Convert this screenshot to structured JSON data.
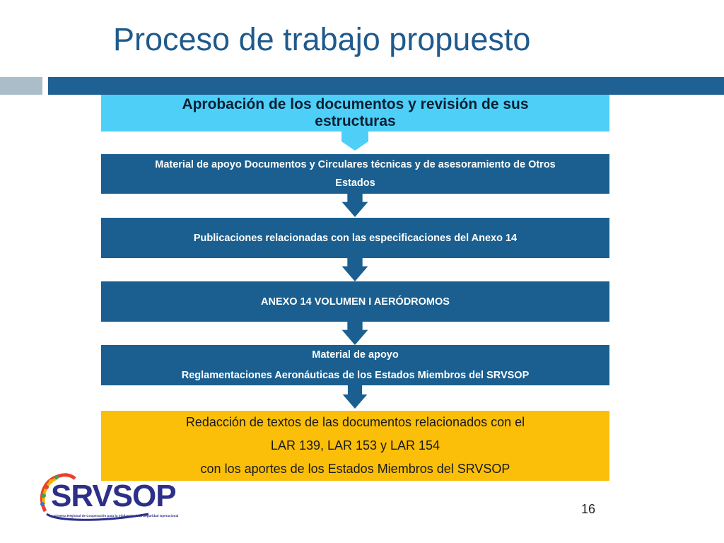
{
  "slide": {
    "title": "Proceso de trabajo propuesto",
    "page_number": "16"
  },
  "flow": [
    {
      "lines": [
        "Aprobación de los documentos  y revisión de sus",
        "estructuras"
      ],
      "color": "#4DCFF8"
    },
    {
      "lines": [
        "Material de apoyo Documentos y Circulares técnicas y de asesoramiento de Otros",
        "Estados"
      ],
      "color": "#1A5F8F"
    },
    {
      "lines": [
        "Publicaciones  relacionadas con las especificaciones del Anexo 14"
      ],
      "color": "#1A5F8F"
    },
    {
      "lines": [
        "ANEXO 14 VOLUMEN I AERÓDROMOS"
      ],
      "color": "#1A5F8F"
    },
    {
      "lines": [
        "Material de apoyo",
        "Reglamentaciones Aeronáuticas de los Estados Miembros del SRVSOP"
      ],
      "color": "#1A5F8F"
    },
    {
      "lines": [
        "Redacción de textos de las documentos relacionados con el",
        "LAR 139,  LAR 153 y LAR 154",
        "con los aportes de los Estados Miembros del SRVSOP"
      ],
      "color": "#FBBF0A"
    }
  ],
  "logo": {
    "text": "SRVSOP",
    "subtitle": "Sistema Regional de Cooperación para la Vigilancia de la Seguridad Operacional"
  }
}
